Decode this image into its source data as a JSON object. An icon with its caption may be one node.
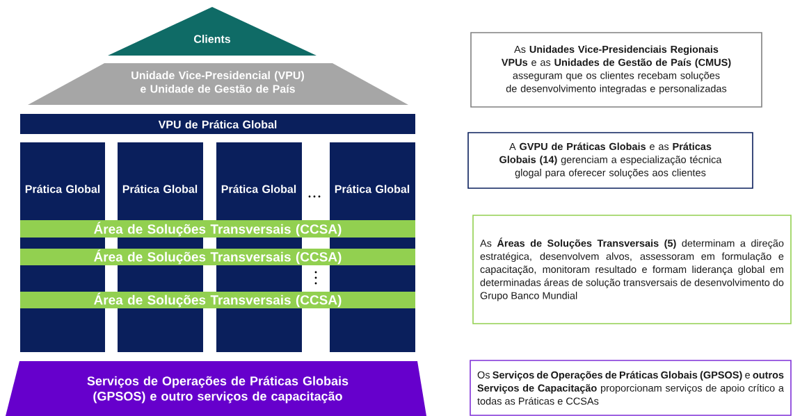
{
  "diagram": {
    "nodes": [
      {
        "text": [
          "Clients"
        ]
      },
      {
        "text": [
          "Unidade Vice-Presidencial (VPU) e Unidade de Gestão de País"
        ]
      },
      {
        "text": [
          "VPU de Prática Global"
        ]
      },
      {
        "text": [
          "Prática Global"
        ]
      },
      {
        "text": [
          "Prática Global"
        ]
      },
      {
        "text": [
          "Prática Global"
        ]
      },
      {
        "text": [
          "Prática Global"
        ]
      },
      {
        "text": [
          "Área de Soluções Transversais (CCSA)"
        ]
      },
      {
        "text": [
          "Área de Soluções Transversais (CCSA)"
        ]
      },
      {
        "text": [
          "Área de Soluções Transversais (CCSA)"
        ]
      },
      {
        "text": [
          "Serviços de Operações de Práticas Globais (GPSOS) e outro serviços de capacitação"
        ]
      },
      {
        "text": [
          "As **Unidades Vice-Presidenciais Regionais VPUs** e as **Unidades de Gestão de País (CMUS)** asseguram que os clientes recebam soluções de desenvolvimento integradas e personalizadas"
        ]
      },
      {
        "text": [
          "A **GVPU de Práticas Globais** e as **Práticas Globais (14)** gerenciam a especialização técnica glogal para oferecer soluções aos clientes"
        ]
      },
      {
        "text": [
          "As **Áreas de Soluções Transversais (5)** determinam a direção estratégica, desenvolvem alvos, assessoram em formulação e capacitação, monitoram resultado e formam liderança global em determinadas áreas de solução transversais de desenvolvimento do Grupo Banco Mundial"
        ]
      },
      {
        "text": [
          "Os **Serviços de Operações de Práticas Globais (GPSOS)** e **outros Serviços de Capacitação** proporcionam serviços de apoio crítico a todas as Práticas e CCSAs"
        ]
      }
    ]
  }
}
